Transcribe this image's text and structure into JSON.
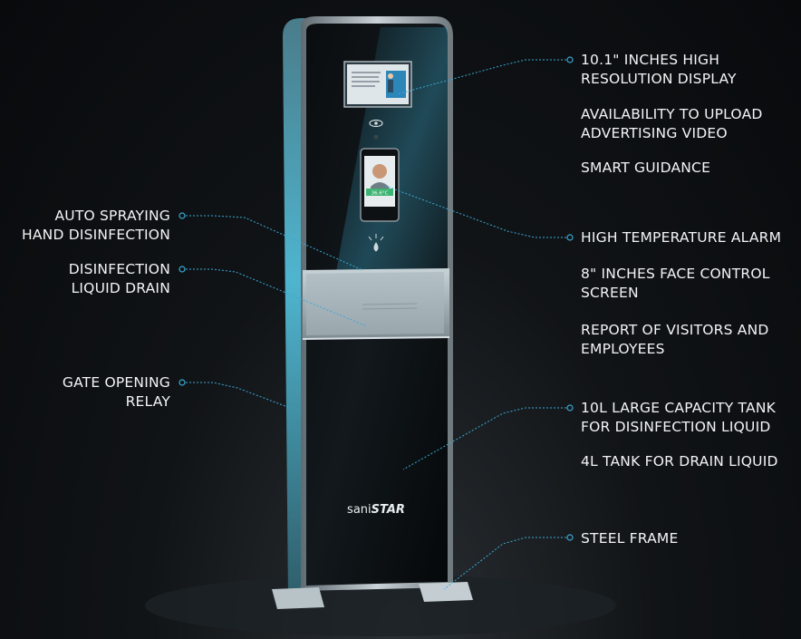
{
  "kiosk": {
    "brand_prefix": "sani",
    "brand_suffix": "STAR",
    "face_screen_status": "36.6°C"
  },
  "labels_left": [
    {
      "id": "auto-spraying",
      "text": "AUTO SPRAYING\nHAND DISINFECTION"
    },
    {
      "id": "liquid-drain",
      "text": "DISINFECTION\nLIQUID DRAIN"
    },
    {
      "id": "gate-relay",
      "text": "GATE OPENING\nRELAY"
    }
  ],
  "labels_right": [
    {
      "id": "display",
      "text": "10.1\" INCHES HIGH\nRESOLUTION DISPLAY"
    },
    {
      "id": "upload-video",
      "text": "AVAILABILITY TO UPLOAD\nADVERTISING VIDEO"
    },
    {
      "id": "smart-guidance",
      "text": "SMART GUIDANCE"
    },
    {
      "id": "temp-alarm",
      "text": "HIGH TEMPERATURE ALARM"
    },
    {
      "id": "face-screen",
      "text": "8\" INCHES FACE CONTROL\nSCREEN"
    },
    {
      "id": "report",
      "text": "REPORT OF VISITORS AND\nEMPLOYEES"
    },
    {
      "id": "tank-10l",
      "text": "10L LARGE CAPACITY TANK\nFOR DISINFECTION LIQUID"
    },
    {
      "id": "tank-4l",
      "text": "4L TANK FOR DRAIN LIQUID"
    },
    {
      "id": "steel-frame",
      "text": "STEEL FRAME"
    }
  ],
  "colors": {
    "callout_line": "#3aa9d6",
    "label_text": "#f2f4f5",
    "panel_glass": "#0b0f12",
    "frame_steel": "#9aa6ad"
  }
}
